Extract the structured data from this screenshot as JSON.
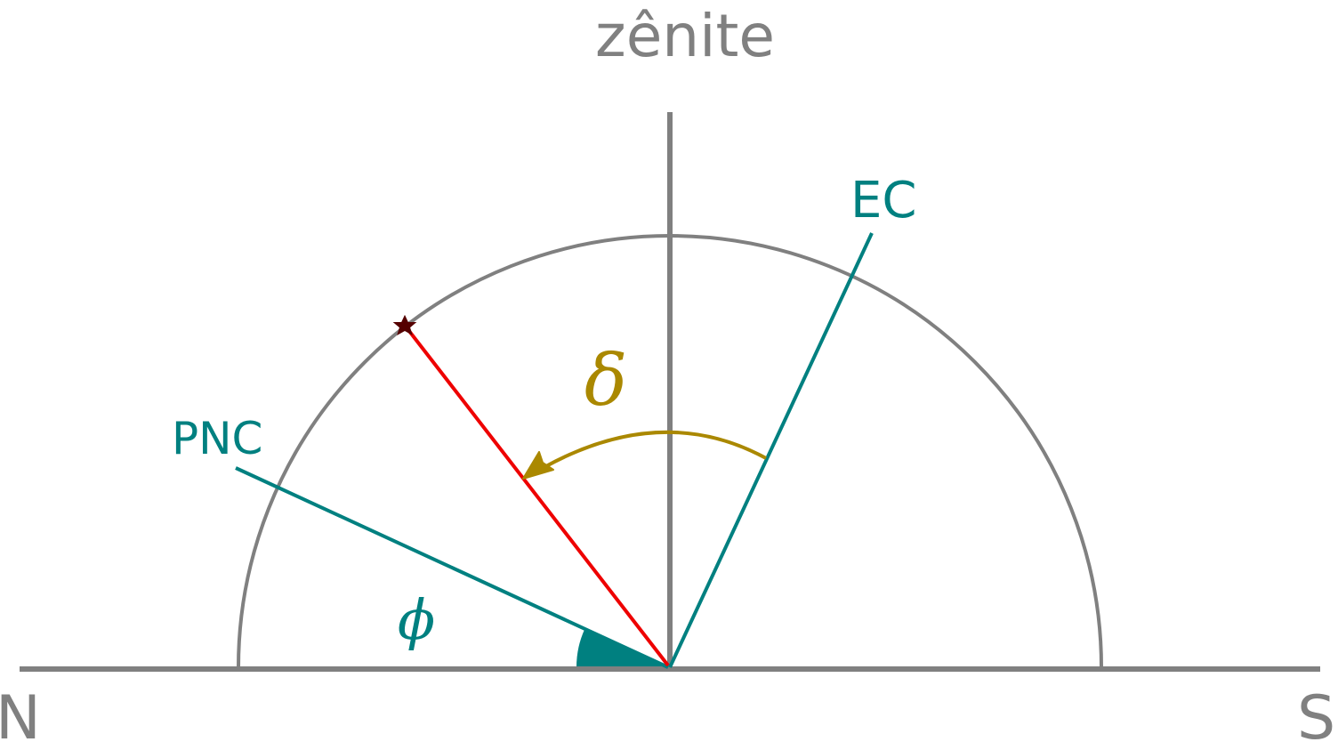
{
  "diagram": {
    "labels": {
      "zenith": "zênite",
      "north": "N",
      "south": "S",
      "celestial_equator": "EC",
      "north_celestial_pole": "PNC",
      "declination_symbol": "δ",
      "latitude_symbol": "ϕ"
    },
    "colors": {
      "axes": "#808080",
      "celestial": "#008080",
      "star_ray": "#ee0000",
      "declination_arc": "#aa8800",
      "star": "#550000",
      "background": "#ffffff"
    },
    "icons": {
      "star": "star-icon",
      "arrow": "arrowhead-icon"
    }
  }
}
